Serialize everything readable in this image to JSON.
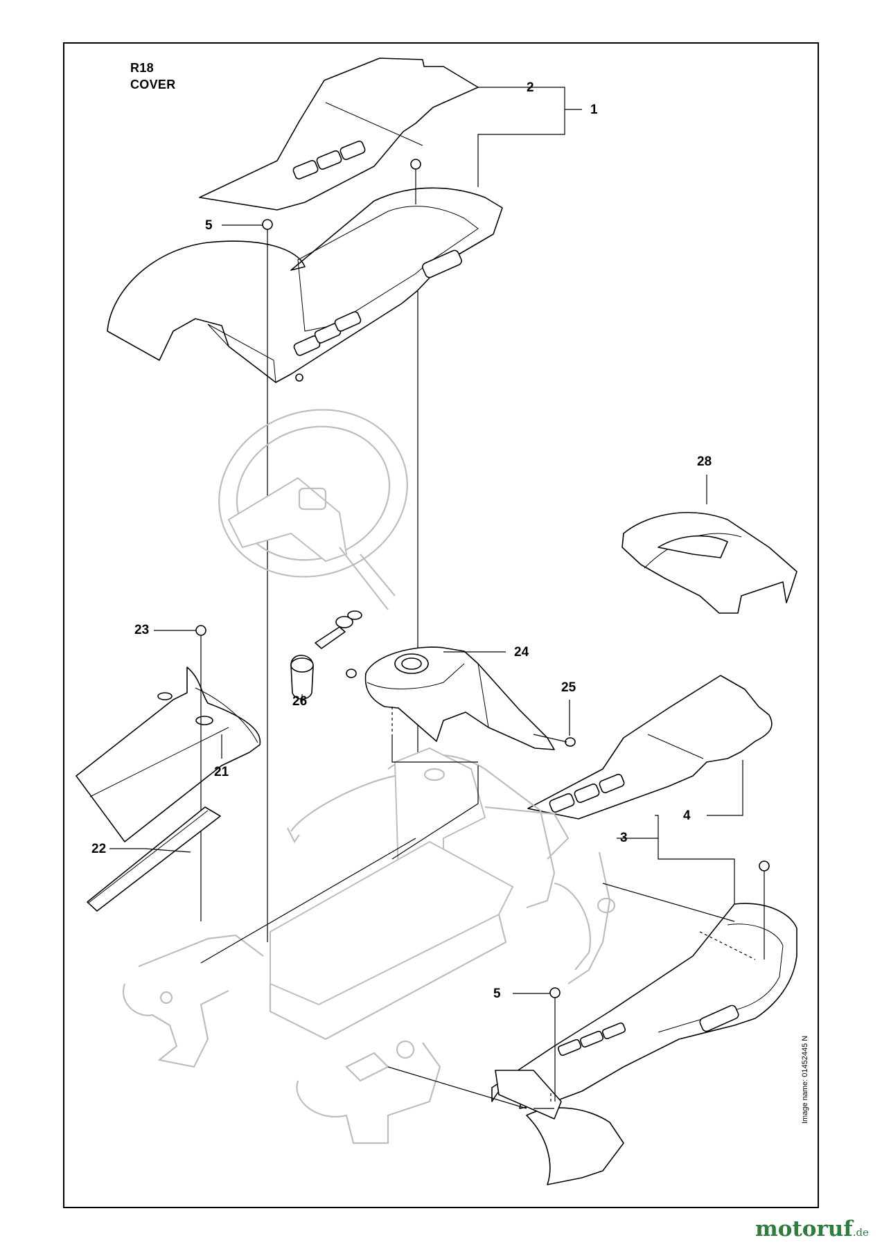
{
  "diagram": {
    "title_line1": "R18",
    "title_line2": "COVER",
    "callouts": [
      "2",
      "1",
      "5",
      "28",
      "23",
      "24",
      "26",
      "25",
      "21",
      "4",
      "3",
      "22",
      "5"
    ],
    "image_name": "Image name: 01452445 N",
    "brand_name": "motoruf",
    "brand_suffix": ".de",
    "colors": {
      "line": "#000000",
      "ghost": "#bdbdbd",
      "brand": "#2e7d3e",
      "background": "#ffffff"
    }
  }
}
